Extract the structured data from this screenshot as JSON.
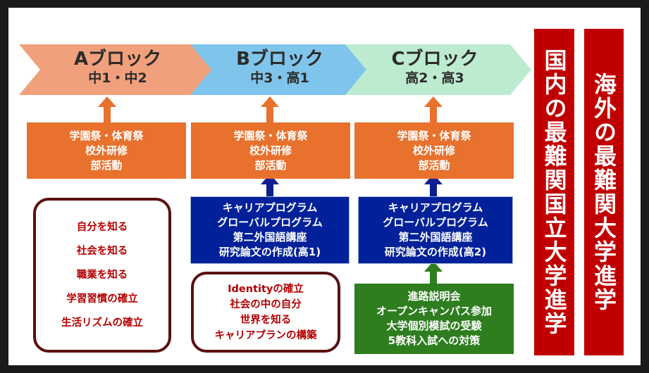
{
  "colors": {
    "chevron_a": "#f0a07c",
    "chevron_b": "#7fc4ea",
    "chevron_c": "#bdebd0",
    "orange": "#e8712d",
    "navy": "#002199",
    "green": "#2e7d1f",
    "dark_red": "#5a1010",
    "red": "#c00000",
    "blue_arrow": "#0b1f8f"
  },
  "blocks": [
    {
      "title": "Aブロック",
      "grades": "中1・中2",
      "activities": [
        "学園祭・体育祭",
        "校外研修",
        "部活動"
      ]
    },
    {
      "title": "Bブロック",
      "grades": "中3・高1",
      "activities": [
        "学園祭・体育祭",
        "校外研修",
        "部活動"
      ],
      "programs": [
        "キャリアプログラム",
        "グローバルプログラム",
        "第二外国語講座",
        "研究論文の作成(高1)"
      ]
    },
    {
      "title": "Cブロック",
      "grades": "高2・高3",
      "activities": [
        "学園祭・体育祭",
        "校外研修",
        "部活動"
      ],
      "programs": [
        "キャリアプログラム",
        "グローバルプログラム",
        "第二外国語講座",
        "研究論文の作成(高2)"
      ],
      "guidance": [
        "進路説明会",
        "オープンキャンパス参加",
        "大学個別模試の受験",
        "5教科入試への対策"
      ]
    }
  ],
  "goals_a": [
    "自分を知る",
    "社会を知る",
    "職業を知る",
    "学習習慣の確立",
    "生活リズムの確立"
  ],
  "goals_b": [
    "Identityの確立",
    "社会の中の自分",
    "世界を知る",
    "キャリアプランの構築"
  ],
  "destinations": [
    "国内の最難関国立大学進学",
    "海外の最難関大学進学"
  ]
}
